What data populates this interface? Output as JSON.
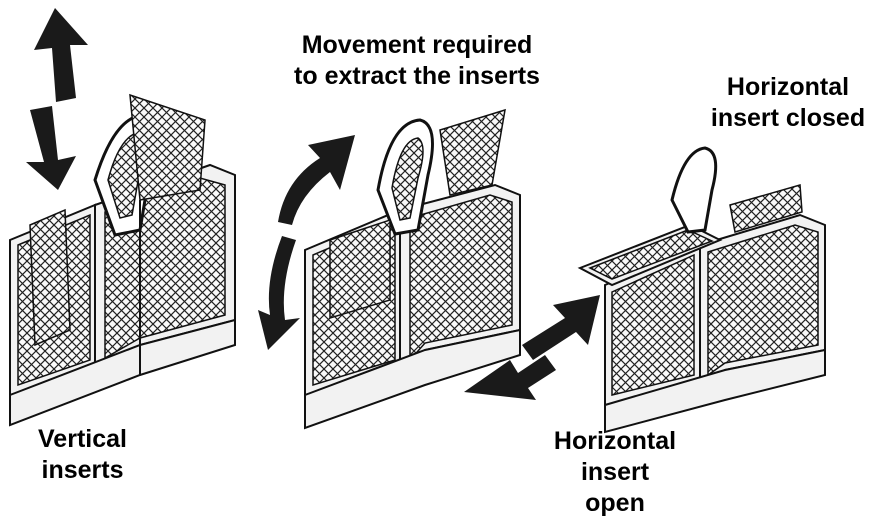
{
  "labels": {
    "movement_line1": "Movement required",
    "movement_line2": "to extract the inserts",
    "horiz_closed_line1": "Horizontal",
    "horiz_closed_line2": "insert closed",
    "vertical_line1": "Vertical",
    "vertical_line2": "inserts",
    "horiz_open_line1": "Horizontal",
    "horiz_open_line2": "insert",
    "horiz_open_line3": "open"
  },
  "colors": {
    "ink": "#000000",
    "background": "#ffffff"
  },
  "icons": [
    "up-down-arrow-icon",
    "curved-double-arrow-icon",
    "diagonal-double-arrow-icon"
  ]
}
